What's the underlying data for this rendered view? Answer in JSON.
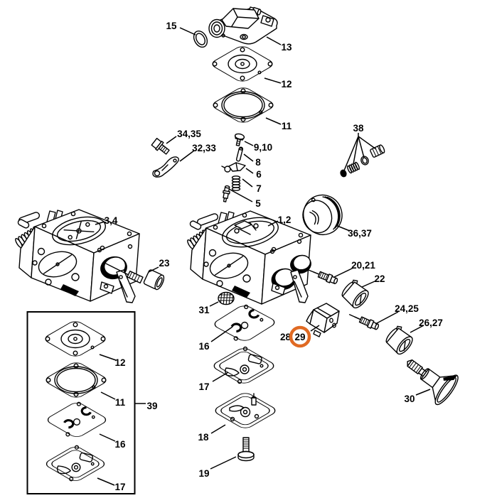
{
  "diagram": {
    "description": "Carburetor exploded parts diagram",
    "background": "#ffffff",
    "line_color": "#000000",
    "highlight": {
      "label": "29",
      "ring_color": "#E06A23"
    },
    "labels": {
      "p15": "15",
      "p13": "13",
      "p12_top": "12",
      "p11_top": "11",
      "p34_35": "34,35",
      "p32_33": "32,33",
      "p9_10": "9,10",
      "p8": "8",
      "p6": "6",
      "p7": "7",
      "p5": "5",
      "p38": "38",
      "p36_37": "36,37",
      "p3_4": "3,4",
      "p23": "23",
      "p1_2": "1,2",
      "p20_21": "20,21",
      "p22": "22",
      "p24_25": "24,25",
      "p26_27": "26,27",
      "p30": "30",
      "p31": "31",
      "p16_mid": "16",
      "p28": "28",
      "p29": "29",
      "p17_mid": "17",
      "p18": "18",
      "p19": "19",
      "box_p12": "12",
      "box_p11": "11",
      "box_p16": "16",
      "box_p17": "17",
      "p39": "39"
    }
  }
}
